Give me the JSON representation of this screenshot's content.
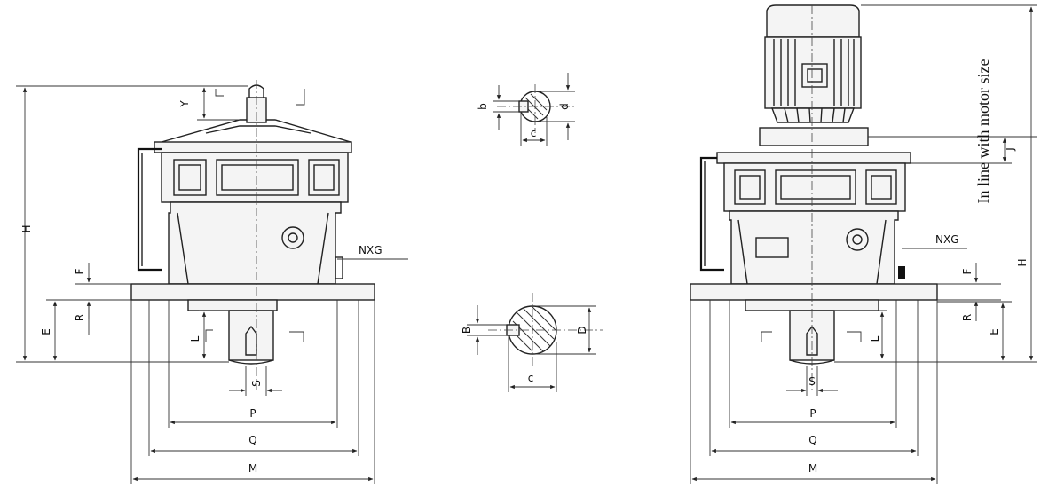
{
  "left_view": {
    "dims": {
      "H": "H",
      "Y": "Y",
      "F": "F",
      "R": "R",
      "E": "E",
      "L": "L",
      "S": "S",
      "P": "P",
      "Q": "Q",
      "M": "M",
      "NXG": "NXG"
    }
  },
  "shaft_small": {
    "dims": {
      "b": "b",
      "d": "d",
      "c": "c"
    }
  },
  "shaft_large": {
    "dims": {
      "B": "B",
      "D": "D",
      "c": "c"
    }
  },
  "right_view": {
    "note": "In line with motor size",
    "dims": {
      "J": "J",
      "H": "H",
      "F": "F",
      "R": "R",
      "E": "E",
      "L": "L",
      "S": "S",
      "P": "P",
      "Q": "Q",
      "M": "M",
      "NXG": "NXG"
    }
  }
}
